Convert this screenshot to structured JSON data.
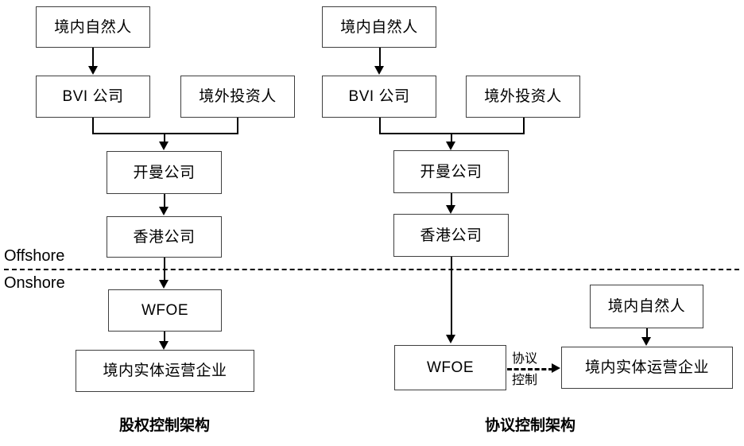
{
  "figure": {
    "title_left": "股权控制架构",
    "title_right": "协议控制架构",
    "zone_labels": {
      "offshore": "Offshore",
      "onshore": "Onshore"
    }
  },
  "left_diagram": {
    "caption": "股权控制架构",
    "nodes": {
      "domestic_individual": "境内自然人",
      "bvi_company": "BVI 公司",
      "offshore_investor": "境外投资人",
      "cayman_company": "开曼公司",
      "hongkong_company": "香港公司",
      "wfoe": "WFOE",
      "operating_entity": "境内实体运营企业"
    }
  },
  "right_diagram": {
    "caption": "协议控制架构",
    "nodes": {
      "domestic_individual": "境内自然人",
      "bvi_company": "BVI 公司",
      "offshore_investor": "境外投资人",
      "cayman_company": "开曼公司",
      "hongkong_company": "香港公司",
      "wfoe": "WFOE",
      "domestic_individual_2": "境内自然人",
      "operating_entity": "境内实体运营企业"
    },
    "edge_labels": {
      "agreement_line1": "协议",
      "agreement_line2": "控制"
    }
  },
  "colors": {
    "stroke": "#000000",
    "box_border": "#3f3f3f",
    "background": "#ffffff",
    "text": "#000000"
  }
}
